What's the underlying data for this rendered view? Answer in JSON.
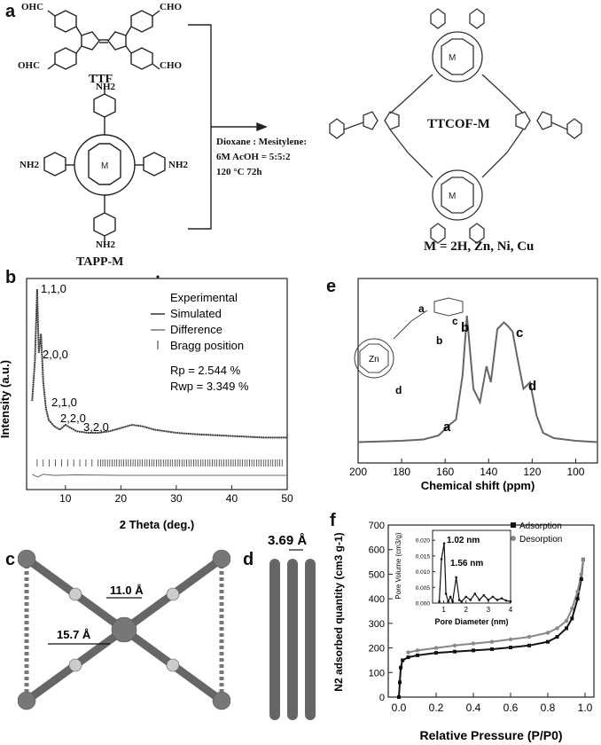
{
  "panel_a": {
    "label": "a",
    "ttf": {
      "name": "TTF",
      "cho_groups": [
        "OHC",
        "CHO",
        "OHC",
        "CHO"
      ]
    },
    "tapp": {
      "name": "TAPP-M",
      "amines": [
        "NH2",
        "NH2",
        "NH2",
        "NH2"
      ],
      "center": "M"
    },
    "conditions": [
      "Dioxane : Mesitylene:",
      "6M AcOH = 5:5:2",
      "120 °C 72h"
    ],
    "product": {
      "name": "TTCOF-M",
      "metal_label": "M = 2H, Zn, Ni, Cu"
    }
  },
  "panel_b": {
    "label": "b",
    "ylabel": "Intensity (a.u.)",
    "xlabel": "2 Theta (deg.)",
    "x_ticks": [
      "10",
      "20",
      "30",
      "40",
      "50"
    ],
    "legend": [
      "Experimental",
      "Simulated",
      "Difference",
      "Bragg position"
    ],
    "rp": "Rp    = 2.544 %",
    "rwp": "Rwp = 3.349 %",
    "peak_labels": [
      "1,1,0",
      "2,0,0",
      "2,1,0",
      "2,2,0",
      "3,2,0"
    ]
  },
  "panel_c": {
    "label": "c",
    "dim1": "11.0 Å",
    "dim2": "15.7 Å"
  },
  "panel_d": {
    "label": "d",
    "dim": "3.69 Å"
  },
  "panel_e": {
    "label": "e",
    "xlabel": "Chemical shift (ppm)",
    "x_ticks": [
      "200",
      "180",
      "160",
      "140",
      "120",
      "100"
    ],
    "peak_labels": [
      "a",
      "b",
      "c",
      "d"
    ],
    "struct_labels": [
      "a",
      "b",
      "c",
      "d",
      "Zn"
    ]
  },
  "panel_f": {
    "label": "f",
    "ylabel": "N2 adsorbed quantity (cm3 g-1)",
    "xlabel": "Relative Pressure (P/P0)",
    "y_ticks": [
      "0",
      "100",
      "200",
      "300",
      "400",
      "500",
      "600",
      "700"
    ],
    "x_ticks": [
      "0.0",
      "0.2",
      "0.4",
      "0.6",
      "0.8",
      "1.0"
    ],
    "legend": [
      "Adsorption",
      "Desorption"
    ],
    "inset": {
      "ylabel": "Pore Volume (cm3/g)",
      "xlabel": "Pore Diameter (nm)",
      "y_ticks": [
        "0.000",
        "0.005",
        "0.010",
        "0.015",
        "0.020"
      ],
      "x_ticks": [
        "1",
        "2",
        "3",
        "4"
      ],
      "peaks": [
        "1.02 nm",
        "1.56 nm"
      ]
    }
  },
  "chart_data": [
    {
      "type": "line",
      "panel": "b",
      "xlabel": "2 Theta (deg.)",
      "ylabel": "Intensity (a.u.)",
      "xlim": [
        3,
        50
      ],
      "series": [
        {
          "name": "Experimental",
          "x": [
            4,
            4.5,
            4.9,
            5.2,
            5.6,
            6.0,
            6.5,
            7,
            8,
            9,
            10,
            11,
            12,
            14,
            16,
            18,
            20,
            22,
            24,
            26,
            28,
            30,
            34,
            40,
            46,
            50
          ],
          "values": [
            0.3,
            0.55,
            1.0,
            0.6,
            0.72,
            0.42,
            0.25,
            0.18,
            0.14,
            0.12,
            0.15,
            0.13,
            0.11,
            0.1,
            0.1,
            0.11,
            0.13,
            0.15,
            0.14,
            0.12,
            0.11,
            0.1,
            0.09,
            0.08,
            0.07,
            0.07
          ]
        },
        {
          "name": "Simulated",
          "x": [
            4,
            4.5,
            4.9,
            5.2,
            5.6,
            6.0,
            6.5,
            7,
            8,
            9,
            10,
            11,
            12,
            14,
            16,
            18,
            20,
            22,
            24,
            26,
            28,
            30,
            34,
            40,
            46,
            50
          ],
          "values": [
            0.3,
            0.55,
            1.0,
            0.6,
            0.72,
            0.42,
            0.25,
            0.18,
            0.14,
            0.12,
            0.15,
            0.13,
            0.11,
            0.1,
            0.1,
            0.11,
            0.13,
            0.15,
            0.14,
            0.12,
            0.11,
            0.1,
            0.09,
            0.08,
            0.07,
            0.07
          ]
        }
      ]
    },
    {
      "type": "line",
      "panel": "e",
      "xlabel": "Chemical shift (ppm)",
      "xlim": [
        200,
        90
      ],
      "series": [
        {
          "x": [
            200,
            180,
            170,
            163,
            158,
            155,
            152,
            150,
            147,
            144,
            141,
            139,
            136,
            133,
            131,
            129,
            127,
            124,
            121,
            118,
            115,
            110,
            100,
            90
          ],
          "values": [
            0.05,
            0.06,
            0.07,
            0.1,
            0.18,
            0.22,
            0.55,
            1.0,
            0.45,
            0.35,
            0.62,
            0.5,
            0.9,
            0.95,
            0.92,
            0.88,
            0.7,
            0.45,
            0.5,
            0.25,
            0.12,
            0.08,
            0.06,
            0.05
          ]
        }
      ]
    },
    {
      "type": "line",
      "panel": "f",
      "xlabel": "Relative Pressure (P/P0)",
      "ylabel": "N2 adsorbed quantity (cm3 g-1)",
      "xlim": [
        0,
        1.0
      ],
      "ylim": [
        0,
        700
      ],
      "series": [
        {
          "name": "Adsorption",
          "x": [
            0.0,
            0.005,
            0.01,
            0.02,
            0.05,
            0.1,
            0.2,
            0.3,
            0.4,
            0.5,
            0.6,
            0.7,
            0.8,
            0.85,
            0.9,
            0.93,
            0.96,
            0.98,
            0.99
          ],
          "values": [
            0,
            60,
            120,
            150,
            162,
            170,
            180,
            185,
            190,
            195,
            202,
            210,
            225,
            245,
            280,
            320,
            400,
            480,
            560
          ]
        },
        {
          "name": "Desorption",
          "x": [
            0.99,
            0.98,
            0.96,
            0.93,
            0.9,
            0.85,
            0.8,
            0.7,
            0.6,
            0.5,
            0.4,
            0.3,
            0.2,
            0.1,
            0.05
          ],
          "values": [
            560,
            500,
            430,
            360,
            310,
            280,
            262,
            245,
            235,
            225,
            218,
            210,
            200,
            190,
            182
          ]
        }
      ]
    },
    {
      "type": "line",
      "panel": "f-inset",
      "xlabel": "Pore Diameter (nm)",
      "ylabel": "Pore Volume (cm3/g)",
      "xlim": [
        0.5,
        4
      ],
      "ylim": [
        0,
        0.022
      ],
      "series": [
        {
          "x": [
            0.8,
            0.9,
            1.02,
            1.1,
            1.2,
            1.3,
            1.4,
            1.56,
            1.7,
            1.8,
            2.0,
            2.2,
            2.4,
            2.6,
            2.8,
            3.0,
            3.2,
            3.4,
            3.6,
            3.8,
            4.0
          ],
          "values": [
            0.0005,
            0.014,
            0.019,
            0.003,
            0.0005,
            0.002,
            0.0005,
            0.0082,
            0.001,
            0.0005,
            0.002,
            0.001,
            0.003,
            0.001,
            0.0025,
            0.001,
            0.002,
            0.001,
            0.0015,
            0.0008,
            0.0005
          ]
        }
      ]
    }
  ]
}
